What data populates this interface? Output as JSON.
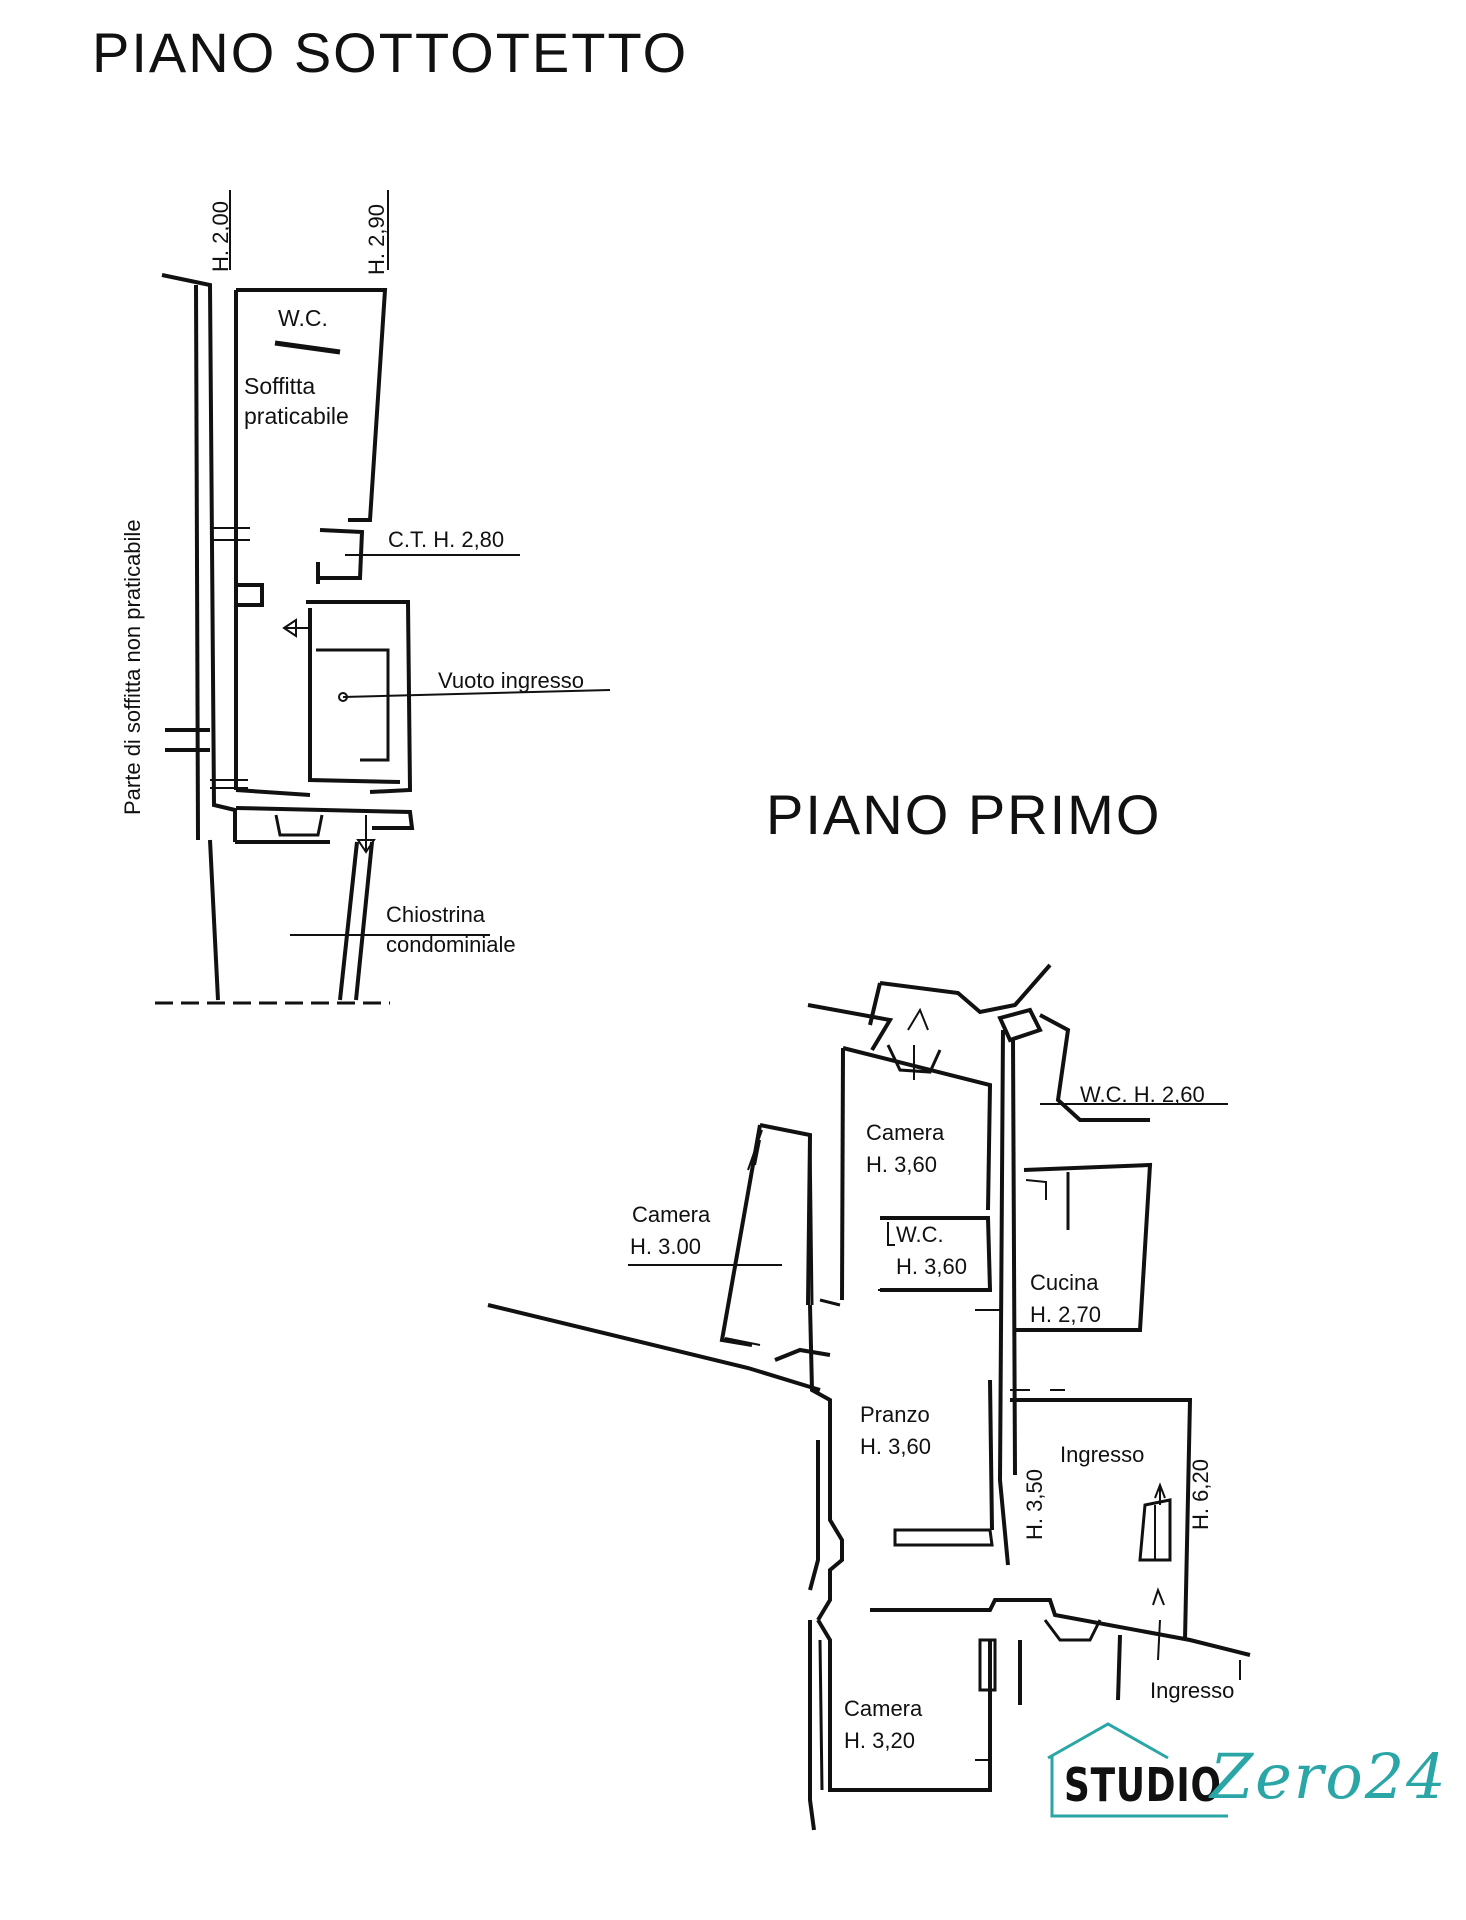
{
  "titles": {
    "attic": "PIANO  SOTTOTETTO",
    "first": "PIANO PRIMO"
  },
  "attic": {
    "h_left": "H. 2,00",
    "h_right": "H. 2,90",
    "wc": "W.C.",
    "soffitta_1": "Soffitta",
    "soffitta_2": "praticabile",
    "ct": "C.T. H. 2,80",
    "vuoto": "Vuoto ingresso",
    "non_praticabile": "Parte di soffitta non praticabile",
    "chiostrina_1": "Chiostrina",
    "chiostrina_2": "condominiale"
  },
  "first": {
    "camera_top_1": "Camera",
    "camera_top_2": "H. 3,60",
    "wc_top": "W.C. H. 2,60",
    "camera_left_1": "Camera",
    "camera_left_2": "H. 3.00",
    "wc_mid_1": "W.C.",
    "wc_mid_2": "H. 3,60",
    "cucina_1": "Cucina",
    "cucina_2": "H. 2,70",
    "pranzo_1": "Pranzo",
    "pranzo_2": "H. 3,60",
    "h_350": "H. 3,50",
    "ingresso_room": "Ingresso",
    "h_620": "H. 6,20",
    "ingresso_door": "Ingresso",
    "camera_bottom_1": "Camera",
    "camera_bottom_2": "H. 3,20"
  },
  "logo": {
    "word": "STUDIO",
    "script": "Zero24",
    "color": "#2aa6a6"
  }
}
